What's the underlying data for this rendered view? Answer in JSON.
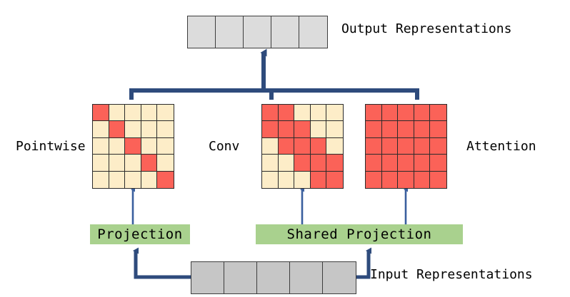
{
  "diagram": {
    "title": "Pointwise / Conv / Attention unified projection diagram",
    "colors": {
      "active_cell": "#fb6258",
      "inactive_cell": "#fdedc8",
      "output_token": "#dcdcdc",
      "input_token": "#c6c6c6",
      "projection_box": "#a9d18e",
      "connector": "#2e4b7c",
      "thin_connector": "#3a5f9e",
      "outline": "#2b2b2b"
    },
    "output_row": {
      "label": "Output Representations",
      "cells": [
        "",
        "",
        "",
        "",
        ""
      ]
    },
    "input_row": {
      "label": "Input Representations",
      "cells": [
        "",
        "",
        "",
        "",
        ""
      ]
    },
    "modules": [
      {
        "key": "pointwise",
        "label": "Pointwise",
        "label_side": "left",
        "pattern_name": "identity",
        "rows": 5,
        "cols": 5,
        "mask": [
          [
            1,
            0,
            0,
            0,
            0
          ],
          [
            0,
            1,
            0,
            0,
            0
          ],
          [
            0,
            0,
            1,
            0,
            0
          ],
          [
            0,
            0,
            0,
            1,
            0
          ],
          [
            0,
            0,
            0,
            0,
            1
          ]
        ],
        "source_projection": "Projection"
      },
      {
        "key": "conv",
        "label": "Conv",
        "label_side": "left",
        "pattern_name": "banded",
        "rows": 5,
        "cols": 5,
        "mask": [
          [
            1,
            1,
            0,
            0,
            0
          ],
          [
            1,
            1,
            1,
            0,
            0
          ],
          [
            0,
            1,
            1,
            1,
            0
          ],
          [
            0,
            0,
            1,
            1,
            1
          ],
          [
            0,
            0,
            0,
            1,
            1
          ]
        ],
        "source_projection": "Shared Projection"
      },
      {
        "key": "attention",
        "label": "Attention",
        "label_side": "right",
        "pattern_name": "full",
        "rows": 5,
        "cols": 5,
        "mask": [
          [
            1,
            1,
            1,
            1,
            1
          ],
          [
            1,
            1,
            1,
            1,
            1
          ],
          [
            1,
            1,
            1,
            1,
            1
          ],
          [
            1,
            1,
            1,
            1,
            1
          ],
          [
            1,
            1,
            1,
            1,
            1
          ]
        ],
        "source_projection": "Shared Projection"
      }
    ],
    "projections": [
      {
        "key": "projection",
        "label": "Projection"
      },
      {
        "key": "shared_projection",
        "label": "Shared Projection"
      }
    ]
  }
}
